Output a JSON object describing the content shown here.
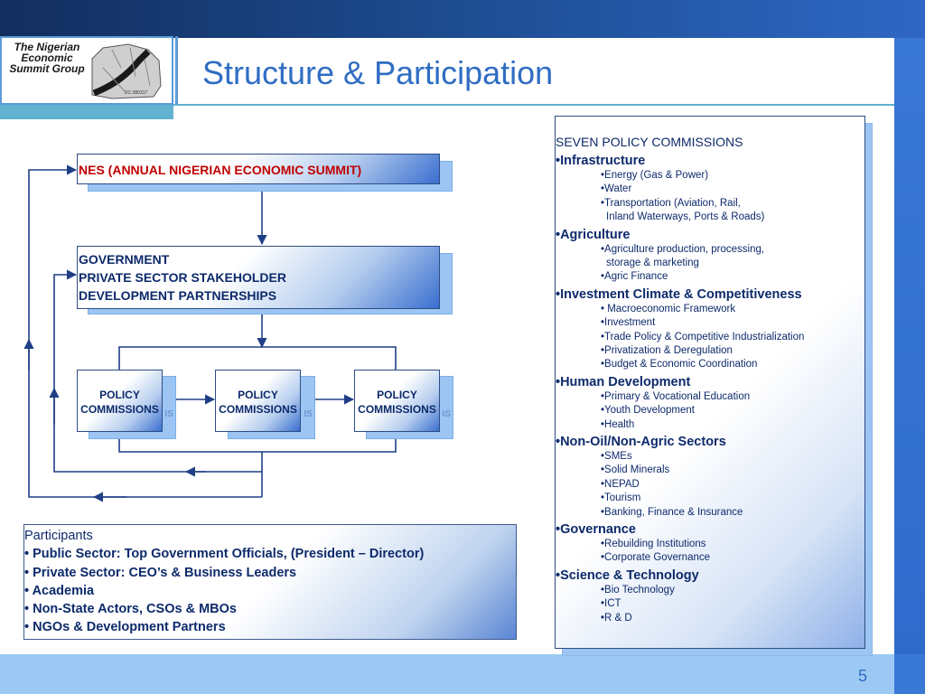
{
  "slide": {
    "title": "Structure & Participation",
    "page_number": "5"
  },
  "logo": {
    "text": "The Nigerian Economic Summit Group",
    "reg": "RC:380317"
  },
  "diagram": {
    "nes_label": "NES (ANNUAL NIGERIAN ECONOMIC SUMMIT)",
    "gov_lines": [
      "GOVERNMENT",
      "PRIVATE SECTOR STAKEHOLDER",
      "DEVELOPMENT PARTNERSHIPS"
    ],
    "commission_label_1": "POLICY",
    "commission_label_2": "COMMISSIONS",
    "shadow_fragment": "IS"
  },
  "participants": {
    "heading": "Participants",
    "items": [
      "• Public Sector: Top Government Officials, (President – Director)",
      "• Private Sector: CEO’s & Business Leaders",
      "• Academia",
      "• Non-State Actors, CSOs & MBOs",
      "• NGOs & Development Partners"
    ]
  },
  "commissions": {
    "heading": "SEVEN POLICY COMMISSIONS",
    "groups": [
      {
        "name": "•Infrastructure",
        "items": [
          "•Energy (Gas & Power)",
          "•Water",
          "•Transportation (Aviation, Rail,",
          "  Inland Waterways, Ports & Roads)"
        ]
      },
      {
        "name": "•Agriculture",
        "items": [
          "•Agriculture production, processing,",
          "  storage & marketing",
          "•Agric Finance"
        ]
      },
      {
        "name": "•Investment Climate & Competitiveness",
        "items": [
          "• Macroeconomic Framework",
          "•Investment",
          "•Trade Policy & Competitive Industrialization",
          "•Privatization & Deregulation",
          "•Budget & Economic Coordination"
        ]
      },
      {
        "name": "•Human Development",
        "items": [
          "•Primary & Vocational Education",
          "•Youth Development",
          "•Health"
        ]
      },
      {
        "name": "•Non-Oil/Non-Agric Sectors",
        "items": [
          "•SMEs",
          "•Solid Minerals",
          "•NEPAD",
          "•Tourism",
          "•Banking, Finance & Insurance"
        ]
      },
      {
        "name": "•Governance",
        "items": [
          "•Rebuilding Institutions",
          "•Corporate Governance"
        ]
      },
      {
        "name": "•Science & Technology",
        "items": [
          "•Bio Technology",
          "•ICT",
          "•R & D"
        ]
      }
    ]
  },
  "colors": {
    "title_blue": "#2f6dc3",
    "text_navy": "#0d2a6b",
    "accent_red": "#c00000",
    "band_light": "#9cc9f3"
  }
}
